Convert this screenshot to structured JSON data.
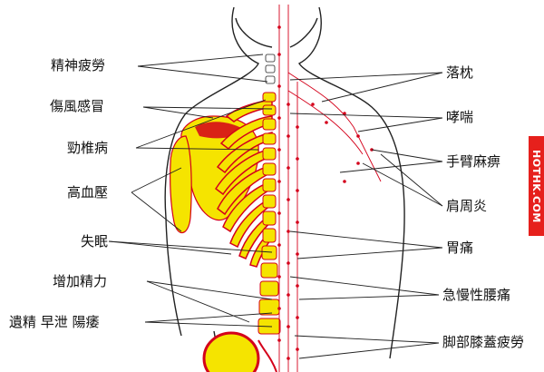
{
  "left_labels": [
    {
      "id": "fatigue",
      "text": "精神疲勞"
    },
    {
      "id": "cold",
      "text": "傷風感冒"
    },
    {
      "id": "neck",
      "text": "勁椎病"
    },
    {
      "id": "bp",
      "text": "高血壓"
    },
    {
      "id": "insomnia",
      "text": "失眠"
    },
    {
      "id": "energy",
      "text": "增加精力"
    },
    {
      "id": "male",
      "text": "遺精 早泄 陽痿"
    }
  ],
  "right_labels": [
    {
      "id": "stiffneck",
      "text": "落枕"
    },
    {
      "id": "asthma",
      "text": "哮喘"
    },
    {
      "id": "armnumb",
      "text": "手臂麻痹"
    },
    {
      "id": "shoulder",
      "text": "肩周炎"
    },
    {
      "id": "stomach",
      "text": "胃痛"
    },
    {
      "id": "backpain",
      "text": "急慢性腰痛"
    },
    {
      "id": "legfatigue",
      "text": "脚部膝蓋疲勞"
    }
  ],
  "watermark": "HOTHK.COM",
  "colors": {
    "accent": "#e6201c",
    "bone": "#f5e400",
    "meridian": "#d4001a",
    "line": "#222222"
  }
}
